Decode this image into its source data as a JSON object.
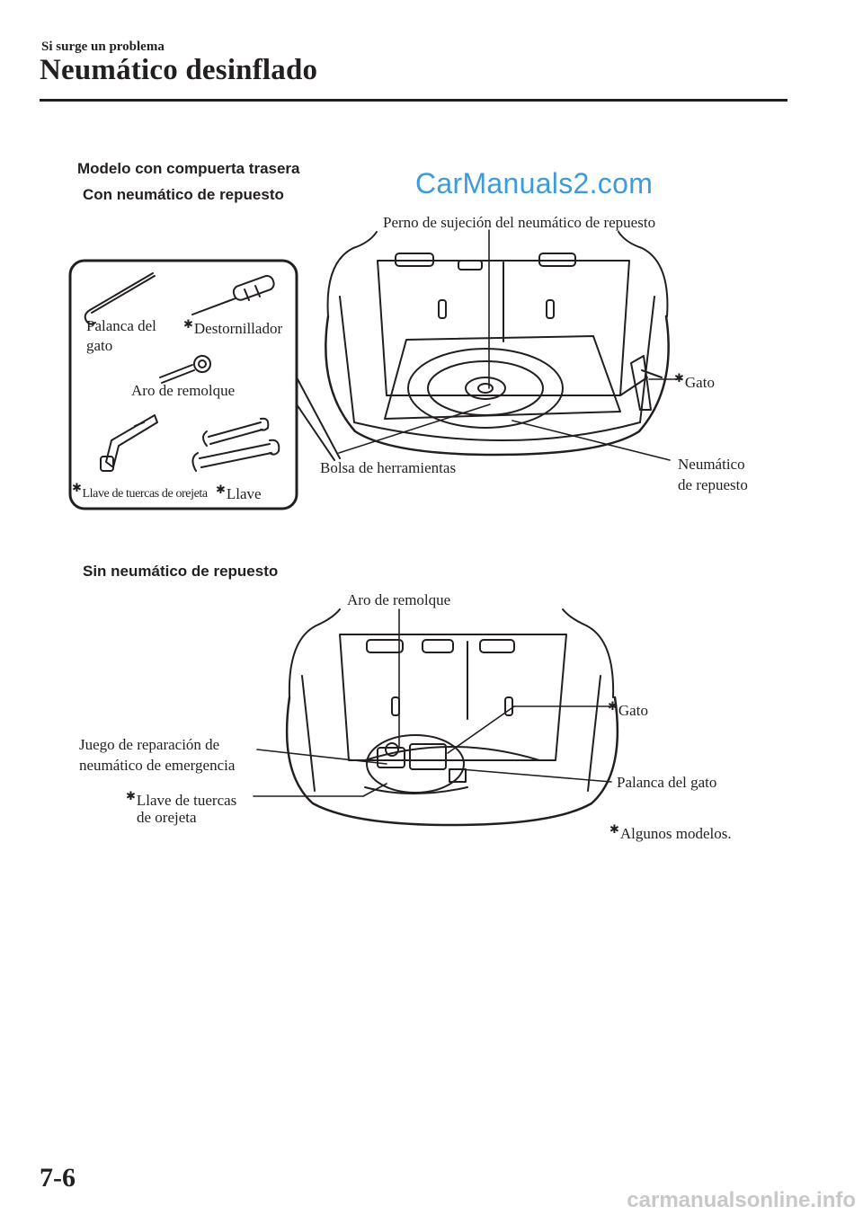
{
  "header": {
    "section": "Si surge un problema",
    "title": "Neumático desinflado"
  },
  "headings": {
    "model": "Modelo con compuerta trasera",
    "with_spare": "Con neumático de repuesto",
    "no_spare": "Sin neumático de repuesto"
  },
  "figure1": {
    "labels": {
      "jack_lever_line1": "Palanca del",
      "jack_lever_line2": "gato",
      "screwdriver": "Destornillador",
      "tow_hook": "Aro de remolque",
      "lug_wrench": "Llave de tuercas de orejeta",
      "wrench": "Llave",
      "spare_bolt": "Perno de sujeción del neumático de repuesto",
      "jack": "Gato",
      "tool_bag": "Bolsa de herramientas",
      "spare_tire_line1": "Neumático",
      "spare_tire_line2": "de repuesto"
    }
  },
  "figure2": {
    "labels": {
      "tow_hook": "Aro de remolque",
      "jack": "Gato",
      "repair_kit_line1": "Juego de reparación de",
      "repair_kit_line2": "neumático de emergencia",
      "jack_lever": "Palanca del gato",
      "lug_wrench_line1": "Llave de tuercas",
      "lug_wrench_line2": "de orejeta",
      "footnote": "Algunos modelos."
    }
  },
  "footer": {
    "page_number": "7-6",
    "watermark_top": "CarManuals2.com",
    "watermark_bottom": "carmanualsonline.info"
  },
  "icons": {
    "asterisk": "✱"
  }
}
